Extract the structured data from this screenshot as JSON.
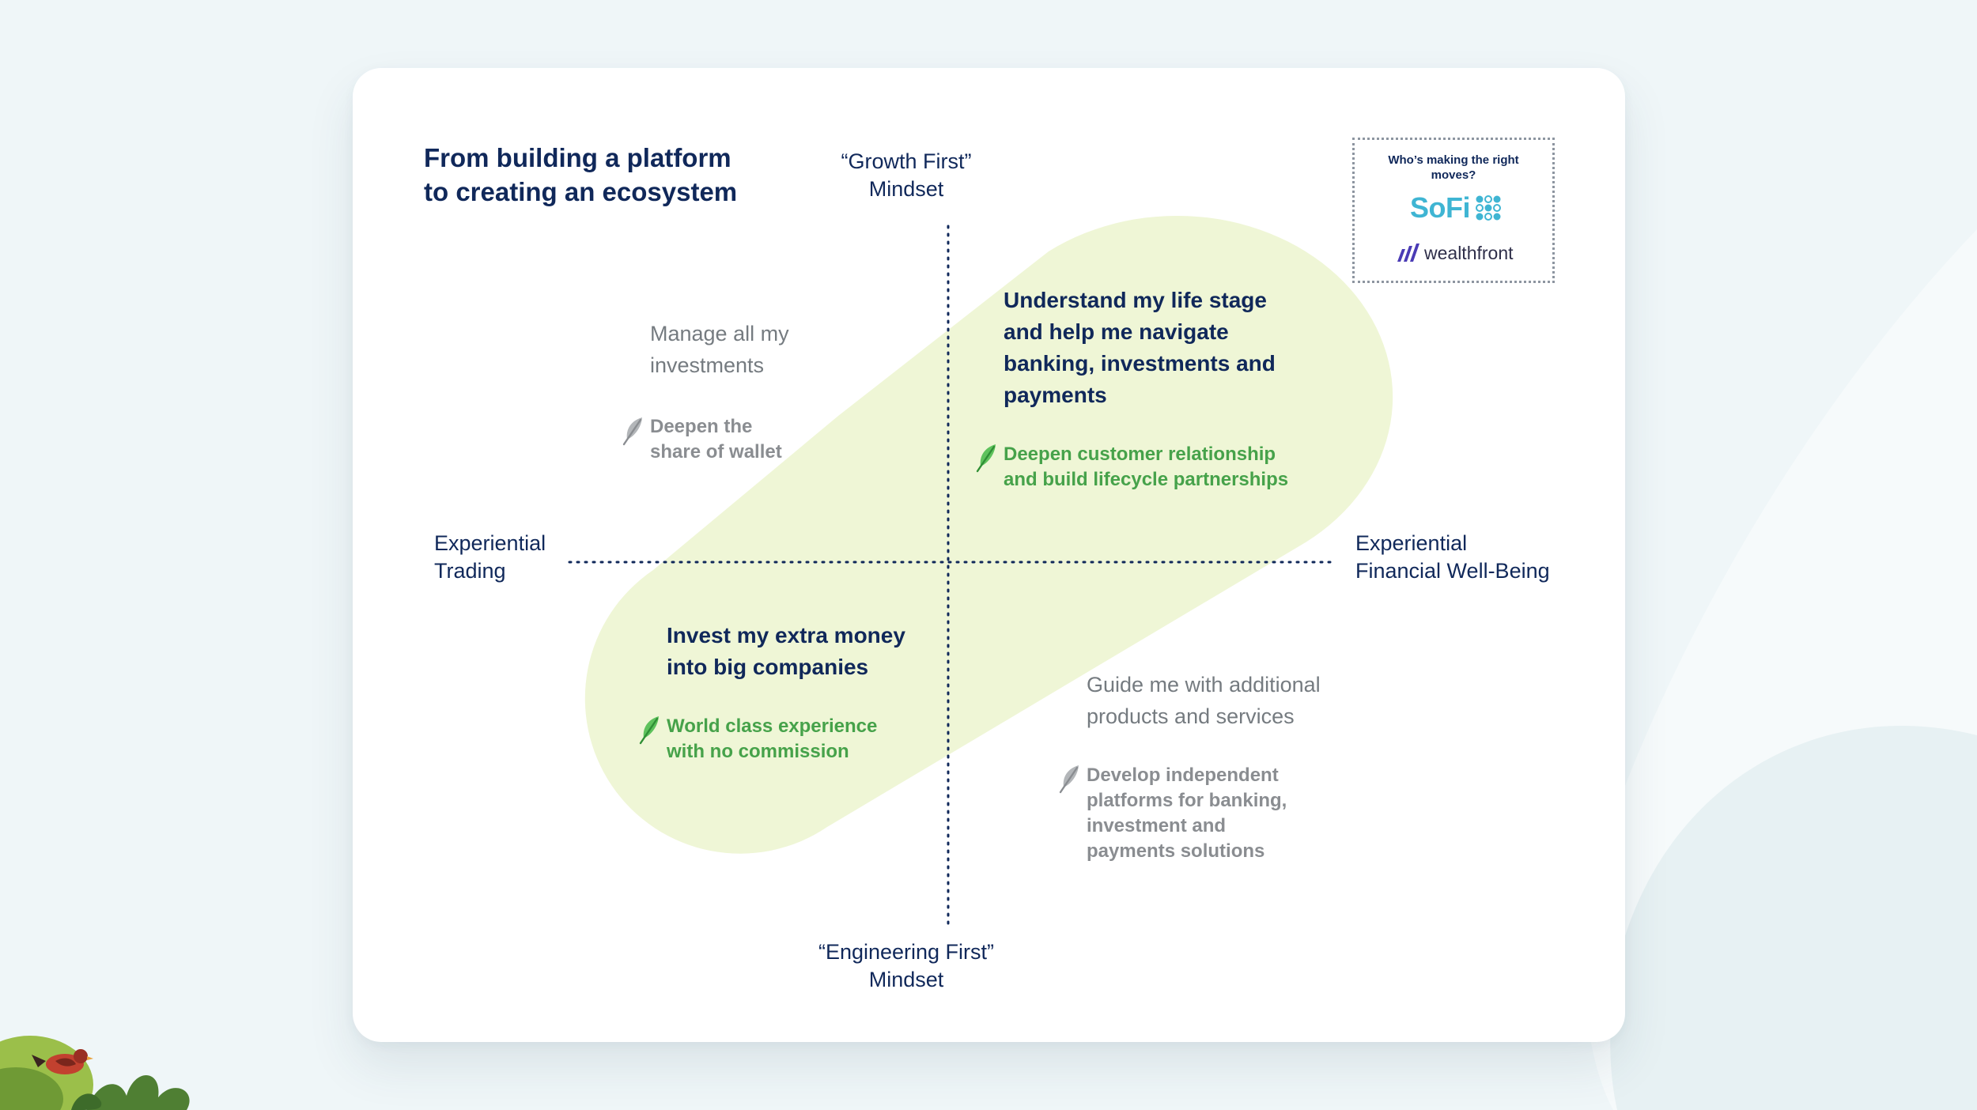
{
  "title_line1": "From building a platform",
  "title_line2": "to creating an ecosystem",
  "axes": {
    "top_line1": "“Growth First”",
    "top_line2": "Mindset",
    "bottom_line1": "“Engineering First”",
    "bottom_line2": "Mindset",
    "left_line1": "Experiential",
    "left_line2": "Trading",
    "right_line1": "Experiential",
    "right_line2": "Financial Well-Being"
  },
  "quadrants": {
    "top_left": {
      "heading_line1": "Manage all my",
      "heading_line2": "investments",
      "note_line1": "Deepen the",
      "note_line2": "share of wallet"
    },
    "top_right": {
      "heading_line1": "Understand my life stage",
      "heading_line2": "and help me navigate",
      "heading_line3": "banking, investments and",
      "heading_line4": "payments",
      "note_line1": "Deepen customer relationship",
      "note_line2": "and build lifecycle partnerships"
    },
    "bottom_left": {
      "heading_line1": "Invest my extra money",
      "heading_line2": "into big companies",
      "note_line1": "World class experience",
      "note_line2": "with no commission"
    },
    "bottom_right": {
      "heading_line1": "Guide me with additional",
      "heading_line2": "products and services",
      "note_line1": "Develop independent",
      "note_line2": "platforms for banking,",
      "note_line3": "investment and",
      "note_line4": "payments solutions"
    }
  },
  "logo_box": {
    "caption_line1": "Who’s making the right",
    "caption_line2": "moves?",
    "sofi_text": "SoFi",
    "wealthfront_text": "wealthfront"
  },
  "colors": {
    "navy": "#10285a",
    "green_note": "#46a24a",
    "grey_text": "#757b80",
    "highlight_band": "#eff6d6",
    "sofi_blue": "#3fb5d3",
    "wealthfront_purple": "#4a3bb5",
    "page_bg": "#eff6f8"
  },
  "icons": {
    "feather": "feather-icon",
    "sofi_mark": "sofi-mark-icon",
    "wealthfront_mark": "wealthfront-mark-icon",
    "bird": "bird-icon",
    "bush": "bush-illustration"
  }
}
